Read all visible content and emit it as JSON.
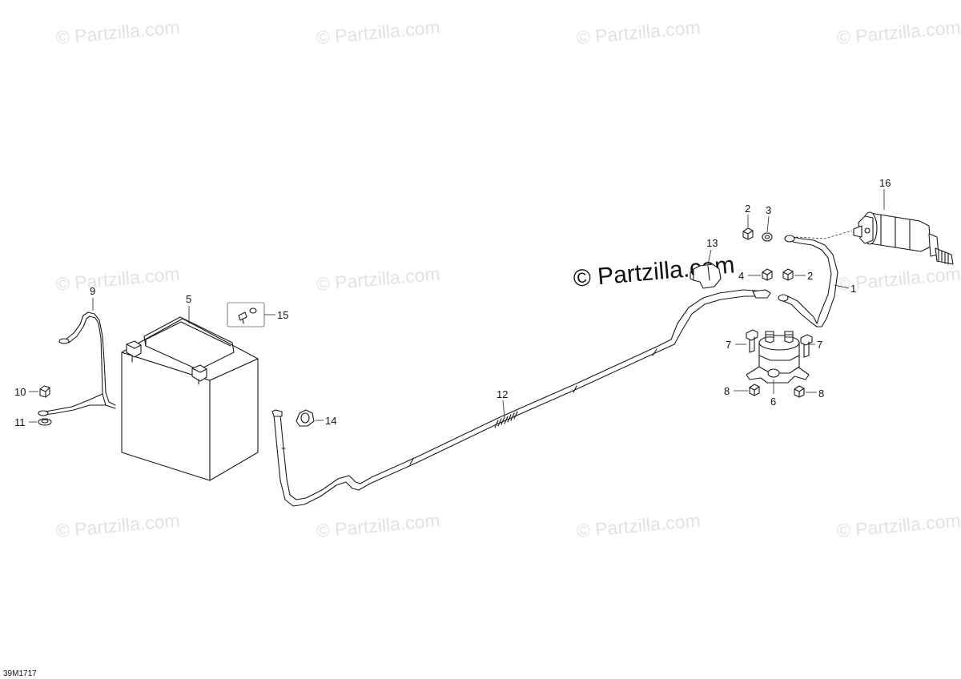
{
  "watermark": {
    "text": "© Partzilla.com",
    "main_text": "© Partzilla.com"
  },
  "diagram": {
    "reference_code": "39M1717",
    "callouts": [
      {
        "id": "c1",
        "label": "1"
      },
      {
        "id": "c2a",
        "label": "2"
      },
      {
        "id": "c2b",
        "label": "2"
      },
      {
        "id": "c3",
        "label": "3"
      },
      {
        "id": "c4",
        "label": "4"
      },
      {
        "id": "c5",
        "label": "5"
      },
      {
        "id": "c6",
        "label": "6"
      },
      {
        "id": "c7a",
        "label": "7"
      },
      {
        "id": "c7b",
        "label": "7"
      },
      {
        "id": "c8a",
        "label": "8"
      },
      {
        "id": "c8b",
        "label": "8"
      },
      {
        "id": "c9",
        "label": "9"
      },
      {
        "id": "c10",
        "label": "10"
      },
      {
        "id": "c11",
        "label": "11"
      },
      {
        "id": "c12",
        "label": "12"
      },
      {
        "id": "c13",
        "label": "13"
      },
      {
        "id": "c14",
        "label": "14"
      },
      {
        "id": "c15",
        "label": "15"
      },
      {
        "id": "c16",
        "label": "16"
      }
    ]
  }
}
